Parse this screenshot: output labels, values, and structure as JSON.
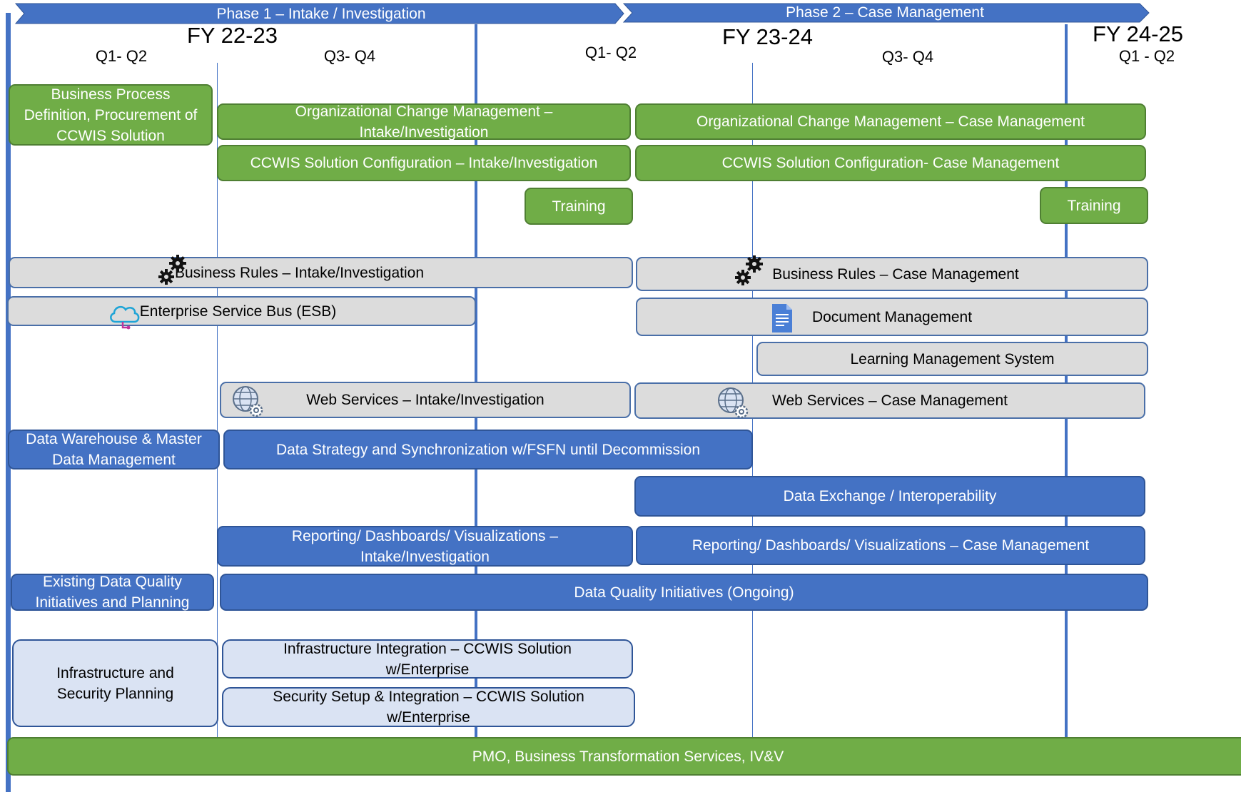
{
  "phases": [
    {
      "label": "Phase 1 – Intake / Investigation"
    },
    {
      "label": "Phase 2 – Case Management"
    }
  ],
  "fiscal_years": [
    "FY 22-23",
    "FY 23-24",
    "FY 24-25"
  ],
  "quarters": [
    "Q1- Q2",
    "Q3- Q4",
    "Q1- Q2",
    "Q3- Q4",
    "Q1 - Q2"
  ],
  "bars": {
    "bpd": "Business Process Definition, Procurement of CCWIS Solution",
    "ocm_intake": "Organizational Change Management – Intake/Investigation",
    "ocm_case": "Organizational Change Management – Case Management",
    "config_intake": "CCWIS Solution Configuration – Intake/Investigation",
    "config_case": "CCWIS Solution Configuration- Case Management",
    "training_1": "Training",
    "training_2": "Training",
    "rules_intake": "Business Rules – Intake/Investigation",
    "rules_case": "Business Rules – Case Management",
    "esb": "Enterprise Service Bus (ESB)",
    "doc_mgmt": "Document Management",
    "lms": "Learning Management System",
    "ws_intake": "Web Services – Intake/Investigation",
    "ws_case": "Web Services – Case Management",
    "dw": "Data Warehouse & Master Data Management",
    "data_strategy": "Data Strategy and Synchronization w/FSFN until Decommission",
    "data_exchange": "Data Exchange / Interoperability",
    "rep_intake": "Reporting/ Dashboards/ Visualizations – Intake/Investigation",
    "rep_case": "Reporting/ Dashboards/ Visualizations – Case Management",
    "dq_existing": "Existing Data Quality Initiatives and Planning",
    "dq_ongoing": "Data Quality Initiatives (Ongoing)",
    "infra_plan": "Infrastructure and Security Planning",
    "infra_integ": "Infrastructure Integration – CCWIS Solution w/Enterprise",
    "sec_setup": "Security Setup &  Integration – CCWIS Solution w/Enterprise",
    "pmo": "PMO, Business Transformation Services, IV&V"
  },
  "icons": {
    "gear": "gears-icon",
    "cloud": "cloud-icon",
    "document": "document-icon",
    "globe": "globe-gear-icon"
  },
  "colors": {
    "green": "#70ad47",
    "grey": "#dcdcdc",
    "blue": "#4472c4",
    "light_blue": "#dae3f3"
  }
}
